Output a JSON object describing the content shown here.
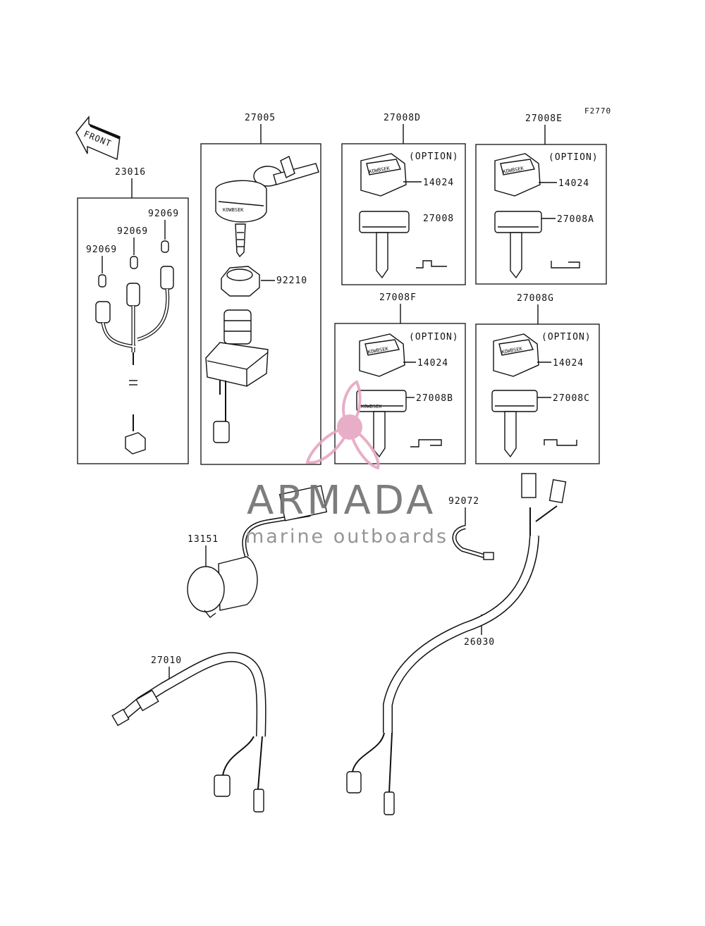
{
  "figure_code": "F2770",
  "front_arrow_label": "FRONT",
  "option_label": "(OPTION)",
  "key_stamp": "KOWBSEK",
  "groups": [
    {
      "id": "switch_assy",
      "ref": "23016"
    },
    {
      "id": "ignition_switch",
      "ref": "27005"
    },
    {
      "id": "key_set_d",
      "ref": "27008D"
    },
    {
      "id": "key_set_e",
      "ref": "27008E"
    },
    {
      "id": "key_set_f",
      "ref": "27008F"
    },
    {
      "id": "key_set_g",
      "ref": "27008G"
    }
  ],
  "parts": {
    "bulb_1": "92069",
    "bulb_2": "92069",
    "bulb_3": "92069",
    "nut": "92210",
    "key_cap_d": "14024",
    "key_d": "27008",
    "key_cap_e": "14024",
    "key_e": "27008A",
    "key_cap_f": "14024",
    "key_f": "27008B",
    "key_cap_g": "14024",
    "key_g": "27008C",
    "buzzer": "13151",
    "clamp": "92072",
    "stop_switch": "27010",
    "harness": "26030"
  },
  "watermark": {
    "brand": "ARMADA",
    "tagline": "marine outboards",
    "color": "#e7a6c2"
  }
}
